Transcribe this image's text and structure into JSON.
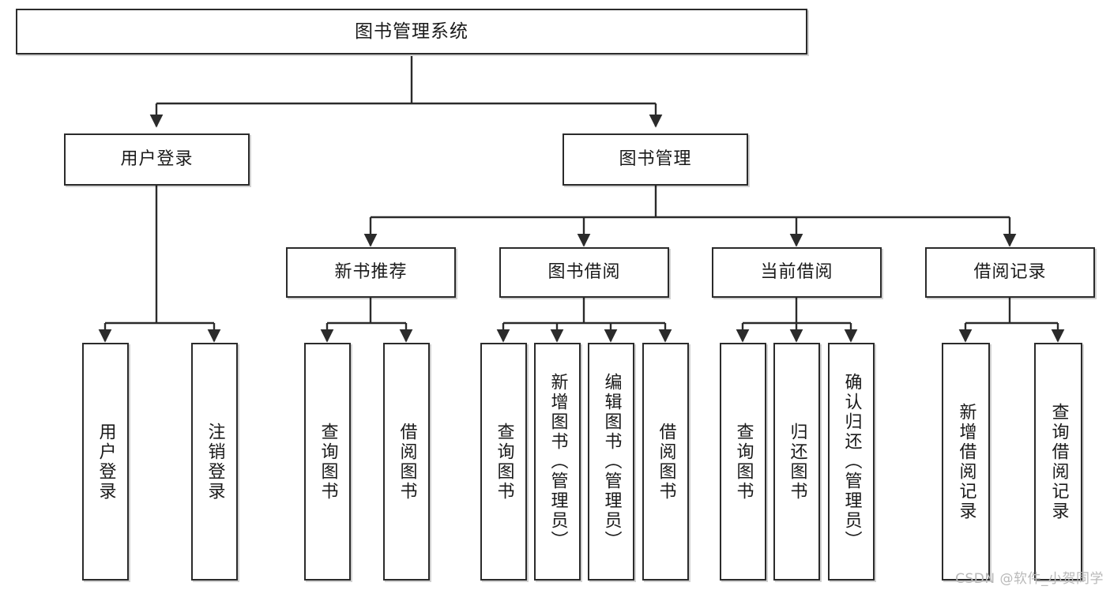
{
  "diagram": {
    "type": "tree-hierarchy",
    "title": "图书管理系统",
    "watermark": "CSDN @软件_小贺同学",
    "colors": {
      "box_border": "#2b2b2b",
      "box_fill": "#ffffff",
      "edge": "#2b2b2b",
      "text": "#1a1a1a",
      "watermark": "#b9b9b9",
      "background": "#ffffff"
    },
    "nodes": {
      "root": {
        "label": "图书管理系统",
        "level": 0
      },
      "l1": [
        {
          "id": "user-login",
          "label": "用户登录",
          "level": 1
        },
        {
          "id": "book-manage",
          "label": "图书管理",
          "level": 1
        }
      ],
      "l2": [
        {
          "id": "new-book-recommend",
          "label": "新书推荐",
          "level": 2,
          "parent": "book-manage"
        },
        {
          "id": "book-borrow",
          "label": "图书借阅",
          "level": 2,
          "parent": "book-manage"
        },
        {
          "id": "current-borrow",
          "label": "当前借阅",
          "level": 2,
          "parent": "book-manage"
        },
        {
          "id": "borrow-record",
          "label": "借阅记录",
          "level": 2,
          "parent": "book-manage"
        }
      ],
      "leaves": [
        {
          "id": "leaf-user-login",
          "label": "用户登录",
          "parent": "user-login"
        },
        {
          "id": "leaf-logout-login",
          "label": "注销登录",
          "parent": "user-login"
        },
        {
          "id": "leaf-query-book-1",
          "label": "查询图书",
          "parent": "new-book-recommend"
        },
        {
          "id": "leaf-borrow-book-1",
          "label": "借阅图书",
          "parent": "new-book-recommend"
        },
        {
          "id": "leaf-query-book-2",
          "label": "查询图书",
          "parent": "book-borrow"
        },
        {
          "id": "leaf-add-book",
          "label": "新增图书（管理员）",
          "parent": "book-borrow"
        },
        {
          "id": "leaf-edit-book",
          "label": "编辑图书（管理员）",
          "parent": "book-borrow"
        },
        {
          "id": "leaf-borrow-book-2",
          "label": "借阅图书",
          "parent": "book-borrow"
        },
        {
          "id": "leaf-query-book-3",
          "label": "查询图书",
          "parent": "current-borrow"
        },
        {
          "id": "leaf-return-book",
          "label": "归还图书",
          "parent": "current-borrow"
        },
        {
          "id": "leaf-confirm-return",
          "label": "确认归还（管理员）",
          "parent": "current-borrow"
        },
        {
          "id": "leaf-add-record",
          "label": "新增借阅记录",
          "parent": "borrow-record"
        },
        {
          "id": "leaf-query-record",
          "label": "查询借阅记录",
          "parent": "borrow-record"
        }
      ]
    }
  }
}
